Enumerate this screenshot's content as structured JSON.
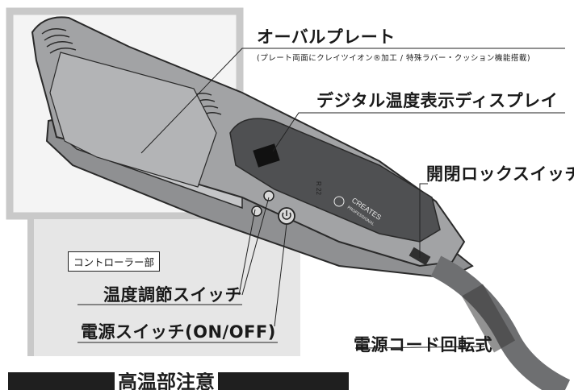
{
  "labels": {
    "oval_plate": "オーバルプレート",
    "oval_plate_note": "(プレート両面にクレイツイオン®加工 / 特殊ラバー・クッション機能搭載)",
    "digital_display": "デジタル温度表示ディスプレイ",
    "lock_switch": "開閉ロックスイッチ",
    "controller": "コントローラー部",
    "temp_switch": "温度調節スイッチ",
    "power_switch": "電源スイッチ(ON/OFF)",
    "cord": "電源コード回転式",
    "warning": "高温部注意"
  },
  "device": {
    "brand_text": "CREATES",
    "brand_sub": "PROFESSIONAL",
    "model_text": "R 22"
  },
  "colors": {
    "body": "#9c9d9f",
    "plate": "#b8b9bb",
    "dark_panel": "#4a4b4d",
    "panel_frame": "#cfcfcf",
    "control_bg": "#e3e3e3"
  }
}
